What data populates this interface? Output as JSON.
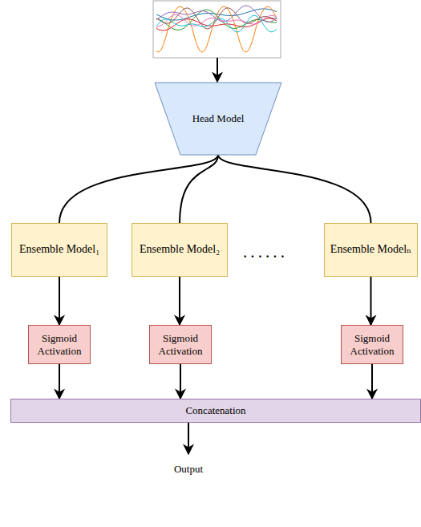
{
  "diagram": {
    "nodes": [
      {
        "text": [
          "Head Model"
        ]
      },
      {
        "text": [
          "Ensemble Model₁"
        ]
      },
      {
        "text": [
          "Ensemble Model₂"
        ]
      },
      {
        "text": [
          "Ensemble Modelₙ"
        ]
      },
      {
        "text": [
          "Sigmoid Activation"
        ]
      },
      {
        "text": [
          "Sigmoid Activation"
        ]
      },
      {
        "text": [
          "Sigmoid Activation"
        ]
      },
      {
        "text": [
          "Concatenation"
        ]
      }
    ],
    "edges": [
      {
        "from": 0,
        "to": 1,
        "arrow": "none"
      },
      {
        "from": 0,
        "to": 2,
        "arrow": "none"
      },
      {
        "from": 0,
        "to": 3,
        "arrow": "none"
      },
      {
        "from": 1,
        "to": 4,
        "arrow": "to"
      },
      {
        "from": 2,
        "to": 5,
        "arrow": "to"
      },
      {
        "from": 3,
        "to": 6,
        "arrow": "to"
      },
      {
        "from": 4,
        "to": 7,
        "arrow": "to"
      },
      {
        "from": 5,
        "to": 7,
        "arrow": "to"
      },
      {
        "from": 6,
        "to": 7,
        "arrow": "to"
      }
    ],
    "labels": [
      "· · · · · ·",
      "Output"
    ]
  }
}
